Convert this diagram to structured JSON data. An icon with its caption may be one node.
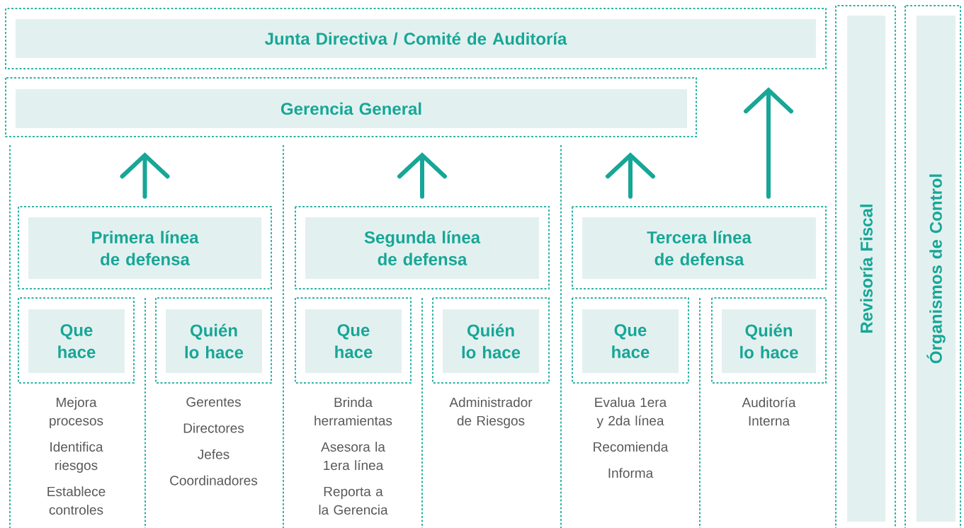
{
  "diagram": {
    "nodes": [
      {
        "text": [
          "Junta Directiva / Comité de Auditoría"
        ]
      },
      {
        "text": [
          "Gerencia General"
        ]
      },
      {
        "text": [
          "Primera línea de defensa"
        ]
      },
      {
        "text": [
          "Segunda línea de defensa"
        ]
      },
      {
        "text": [
          "Tercera línea de defensa"
        ]
      },
      {
        "text": [
          "Que hace"
        ],
        "beside": [
          "Mejora procesos",
          "Identifica riesgos",
          "Establece controles"
        ]
      },
      {
        "text": [
          "Quién lo hace"
        ],
        "beside": [
          "Gerentes",
          "Directores",
          "Jefes",
          "Coordinadores"
        ]
      },
      {
        "text": [
          "Que hace"
        ],
        "beside": [
          "Brinda herramientas",
          "Asesora la 1era línea",
          "Reporta a la Gerencia"
        ]
      },
      {
        "text": [
          "Quién lo hace"
        ],
        "beside": [
          "Administrador de Riesgos"
        ]
      },
      {
        "text": [
          "Que hace"
        ],
        "beside": [
          "Evalua 1era y 2da línea",
          "Recomienda",
          "Informa"
        ]
      },
      {
        "text": [
          "Quién lo hace"
        ],
        "beside": [
          "Auditoría Interna"
        ]
      },
      {
        "text": [
          "Revisoría Fiscal"
        ]
      },
      {
        "text": [
          "Órganismos de Control"
        ]
      }
    ],
    "edges": [
      {
        "from": 2,
        "to": 1,
        "arrow": "to"
      },
      {
        "from": 3,
        "to": 1,
        "arrow": "to"
      },
      {
        "from": 4,
        "to": 1,
        "arrow": "to"
      },
      {
        "from": 4,
        "to": 0,
        "arrow": "to"
      }
    ]
  }
}
